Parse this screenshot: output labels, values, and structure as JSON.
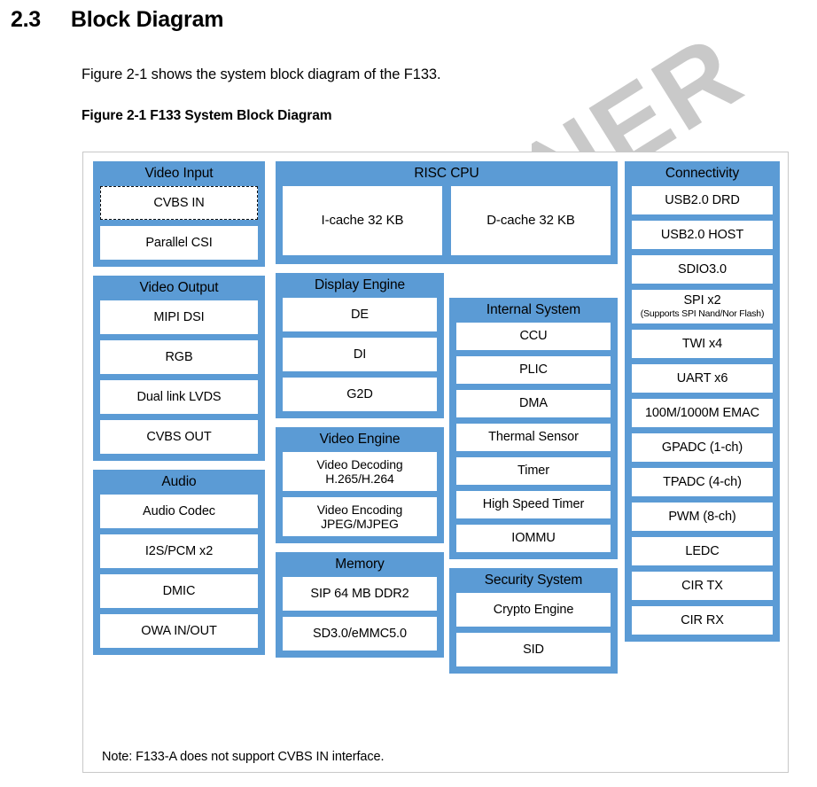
{
  "heading": {
    "number": "2.3",
    "title": "Block Diagram"
  },
  "intro_text": "Figure 2-1 shows the system block diagram of the F133.",
  "figure_caption": "Figure 2-1 F133 System Block Diagram",
  "watermark_text": "NER",
  "colors": {
    "group_blue": "#5B9BD5",
    "cell_white": "#FFFFFF",
    "frame_border": "#C8C8C8",
    "watermark_gray": "#C9C9C9"
  },
  "note": "Note: F133-A does not support CVBS IN interface.",
  "columns": {
    "left": [
      {
        "title": "Video Input",
        "cells": [
          {
            "label": "CVBS IN",
            "dashed": true
          },
          {
            "label": "Parallel CSI",
            "dashed": false
          }
        ]
      },
      {
        "title": "Video Output",
        "cells": [
          {
            "label": "MIPI DSI",
            "dashed": false
          },
          {
            "label": "RGB",
            "dashed": false
          },
          {
            "label": "Dual link LVDS",
            "dashed": false
          },
          {
            "label": "CVBS OUT",
            "dashed": false
          }
        ]
      },
      {
        "title": "Audio",
        "cells": [
          {
            "label": "Audio Codec",
            "dashed": false
          },
          {
            "label": "I2S/PCM x2",
            "dashed": false
          },
          {
            "label": "DMIC",
            "dashed": false
          },
          {
            "label": "OWA IN/OUT",
            "dashed": false
          }
        ]
      }
    ],
    "risc": {
      "title": "RISC CPU",
      "cells": [
        {
          "label": "I-cache 32 KB"
        },
        {
          "label": "D-cache 32 KB"
        }
      ]
    },
    "mid": [
      {
        "title": "Display Engine",
        "cells": [
          {
            "label": "DE"
          },
          {
            "label": "DI"
          },
          {
            "label": "G2D"
          }
        ]
      },
      {
        "title": "Video Engine",
        "cells": [
          {
            "line1": "Video Decoding",
            "line2": "H.265/H.264"
          },
          {
            "line1": "Video Encoding",
            "line2": "JPEG/MJPEG"
          }
        ]
      },
      {
        "title": "Memory",
        "cells": [
          {
            "label": "SIP 64 MB DDR2"
          },
          {
            "label": "SD3.0/eMMC5.0"
          }
        ]
      }
    ],
    "mid2": [
      {
        "title": "Internal System",
        "cells": [
          {
            "label": "CCU"
          },
          {
            "label": "PLIC"
          },
          {
            "label": "DMA"
          },
          {
            "label": "Thermal Sensor"
          },
          {
            "label": "Timer"
          },
          {
            "label": "High Speed Timer"
          },
          {
            "label": "IOMMU"
          }
        ]
      },
      {
        "title": "Security System",
        "cells": [
          {
            "label": "Crypto Engine"
          },
          {
            "label": "SID"
          }
        ]
      }
    ],
    "right": {
      "title": "Connectivity",
      "cells": [
        {
          "label": "USB2.0 DRD",
          "sub": ""
        },
        {
          "label": "USB2.0 HOST",
          "sub": ""
        },
        {
          "label": "SDIO3.0",
          "sub": ""
        },
        {
          "label": "SPI x2",
          "sub": "(Supports SPI Nand/Nor Flash)"
        },
        {
          "label": "TWI x4",
          "sub": ""
        },
        {
          "label": "UART x6",
          "sub": ""
        },
        {
          "label": "100M/1000M EMAC",
          "sub": ""
        },
        {
          "label": "GPADC (1-ch)",
          "sub": ""
        },
        {
          "label": "TPADC (4-ch)",
          "sub": ""
        },
        {
          "label": "PWM (8-ch)",
          "sub": ""
        },
        {
          "label": "LEDC",
          "sub": ""
        },
        {
          "label": "CIR TX",
          "sub": ""
        },
        {
          "label": "CIR RX",
          "sub": ""
        }
      ]
    }
  }
}
